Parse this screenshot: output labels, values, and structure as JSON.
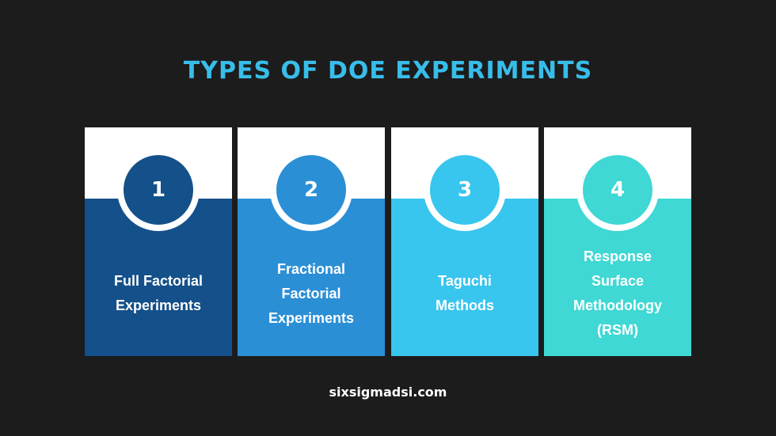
{
  "title": "TYPES OF DOE EXPERIMENTS",
  "colors": {
    "background": "#1c1c1c",
    "title": "#38bdea"
  },
  "cards": [
    {
      "number": "1",
      "label": "Full Factorial\nExperiments",
      "color": "#14508a"
    },
    {
      "number": "2",
      "label": "Fractional\nFactorial\nExperiments",
      "color": "#2b8fd6"
    },
    {
      "number": "3",
      "label": "Taguchi\nMethods",
      "color": "#38c5ee"
    },
    {
      "number": "4",
      "label": "Response\nSurface\nMethodology\n(RSM)",
      "color": "#3fd8d4"
    }
  ],
  "footer": "sixsigmadsi.com"
}
